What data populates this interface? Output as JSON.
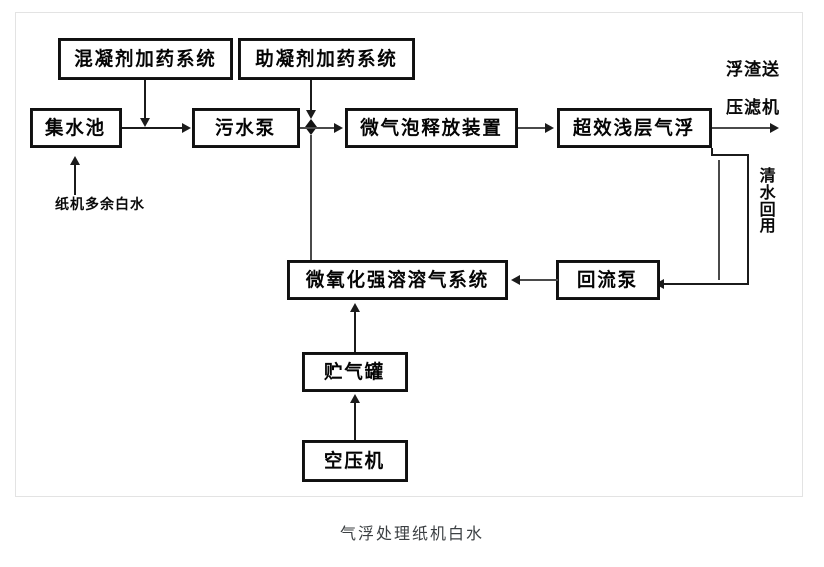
{
  "diagram": {
    "caption": "气浮处理纸机白水",
    "nodes": {
      "coagulant_dosing": "混凝剂加药系统",
      "flocculant_aid_dosing": "助凝剂加药系统",
      "collection_tank": "集水池",
      "sewage_pump": "污水泵",
      "microbubble_release": "微气泡释放装置",
      "shallow_air_flotation": "超效浅层气浮",
      "micro_oxidation_dissolving": "微氧化强溶溶气系统",
      "reflux_pump": "回流泵",
      "gas_storage_tank": "贮气罐",
      "air_compressor": "空压机"
    },
    "labels": {
      "inlet_white_water": "纸机多余白水",
      "scum_out_line1": "浮渣送",
      "scum_out_line2": "压滤机",
      "clear_water_reuse": "清水回用"
    },
    "symbols": {
      "valve": "valve-bowtie"
    },
    "colors": {
      "stroke": "#1b1b1b",
      "box_border": "#101010",
      "frame": "#e3e3e3",
      "caption_text": "#3c4043",
      "background": "#ffffff"
    }
  }
}
